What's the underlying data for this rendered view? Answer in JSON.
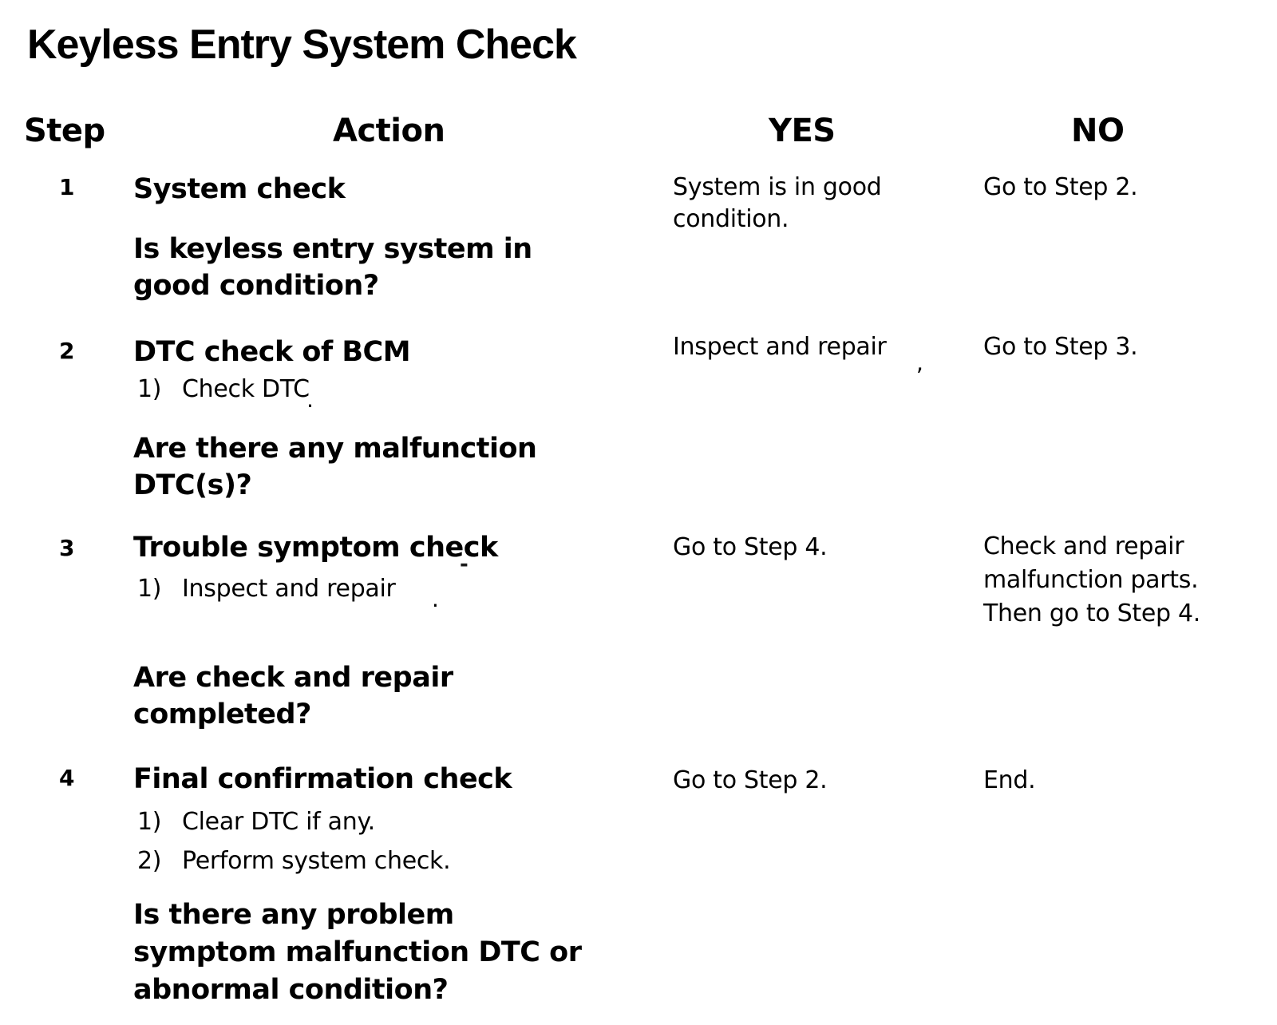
{
  "page": {
    "title": "Keyless Entry System Check",
    "background_color": "#ffffff",
    "text_color": "#000000"
  },
  "table": {
    "headers": {
      "step": "Step",
      "action": "Action",
      "yes": "YES",
      "no": "NO"
    },
    "rows": [
      {
        "step": "1",
        "action_title": "System check",
        "question": "Is keyless entry system in\ngood condition?",
        "yes": "System is in good\ncondition.",
        "no": "Go to Step 2."
      },
      {
        "step": "2",
        "action_title": "DTC check of BCM",
        "items": [
          {
            "marker": "1)",
            "text": "Check DTC",
            "trailing_mark": "."
          }
        ],
        "question": "Are there any malfunction\nDTC(s)?",
        "yes": "Inspect and repair",
        "yes_trailing_mark": ",",
        "no": "Go to Step 3."
      },
      {
        "step": "3",
        "action_title": "Trouble symptom check",
        "items": [
          {
            "marker": "1)",
            "text": "Inspect and repair",
            "trailing_mark": ".",
            "smudge_mark": "-"
          }
        ],
        "question": "Are check and repair\ncompleted?",
        "yes": "Go to Step 4.",
        "no": "Check and repair\nmalfunction parts.\nThen go to Step 4."
      },
      {
        "step": "4",
        "action_title": "Final confirmation check",
        "items": [
          {
            "marker": "1)",
            "text": "Clear DTC if any."
          },
          {
            "marker": "2)",
            "text": "Perform system check."
          }
        ],
        "question": "Is there any problem\nsymptom malfunction DTC or\nabnormal condition?",
        "yes": "Go to Step 2.",
        "no": "End."
      }
    ]
  }
}
